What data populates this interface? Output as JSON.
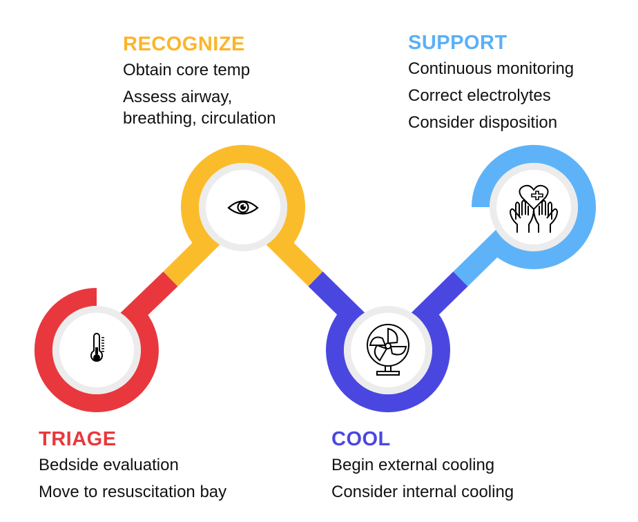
{
  "steps": {
    "recognize": {
      "title": "RECOGNIZE",
      "color": "#fbb52a",
      "icon": "eye-icon",
      "items": [
        "Obtain core temp",
        "Assess airway, breathing, circulation"
      ]
    },
    "support": {
      "title": "SUPPORT",
      "color": "#5ab0f7",
      "icon": "hands-heart-icon",
      "items": [
        "Continuous monitoring",
        "Correct electrolytes",
        "Consider disposition"
      ]
    },
    "triage": {
      "title": "TRIAGE",
      "color": "#e8383d",
      "icon": "thermometer-icon",
      "items": [
        "Bedside evaluation",
        "Move to resuscitation bay"
      ]
    },
    "cool": {
      "title": "COOL",
      "color": "#4a47e0",
      "icon": "fan-icon",
      "items": [
        "Begin external cooling",
        "Consider internal cooling"
      ]
    }
  }
}
